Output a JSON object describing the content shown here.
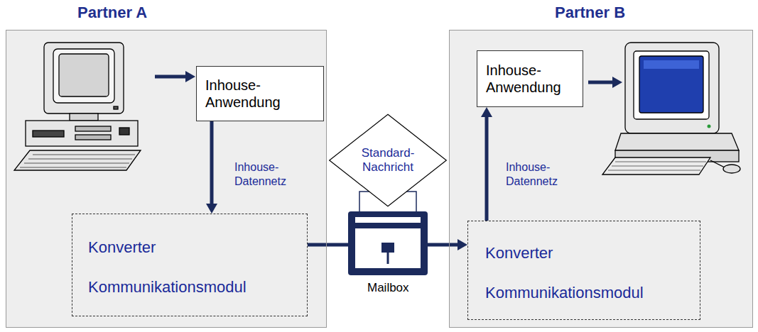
{
  "diagram": {
    "nodes": [
      {
        "text": [
          "Partner A"
        ]
      },
      {
        "text": [
          "Inhouse- Anwendung"
        ],
        "in": 0
      },
      {
        "text": [
          "Konverter",
          "Kommunikationsmodul"
        ],
        "in": 0
      },
      {
        "text": [
          "Standard- Nachricht"
        ]
      },
      {
        "text": [
          "Partner B"
        ]
      },
      {
        "text": [
          "Inhouse- Anwendung"
        ],
        "in": 4
      },
      {
        "text": [
          "Konverter",
          "Kommunikationsmodul"
        ],
        "in": 4
      }
    ],
    "edges": [
      {
        "from": 1,
        "to": 2,
        "arrow": "to",
        "label": "Inhouse- Datennetz"
      },
      {
        "from": 2,
        "to": 6,
        "arrow": "to"
      },
      {
        "from": 6,
        "to": 5,
        "arrow": "to",
        "label": "Inhouse- Datennetz"
      }
    ],
    "labels": [
      "Mailbox"
    ]
  }
}
